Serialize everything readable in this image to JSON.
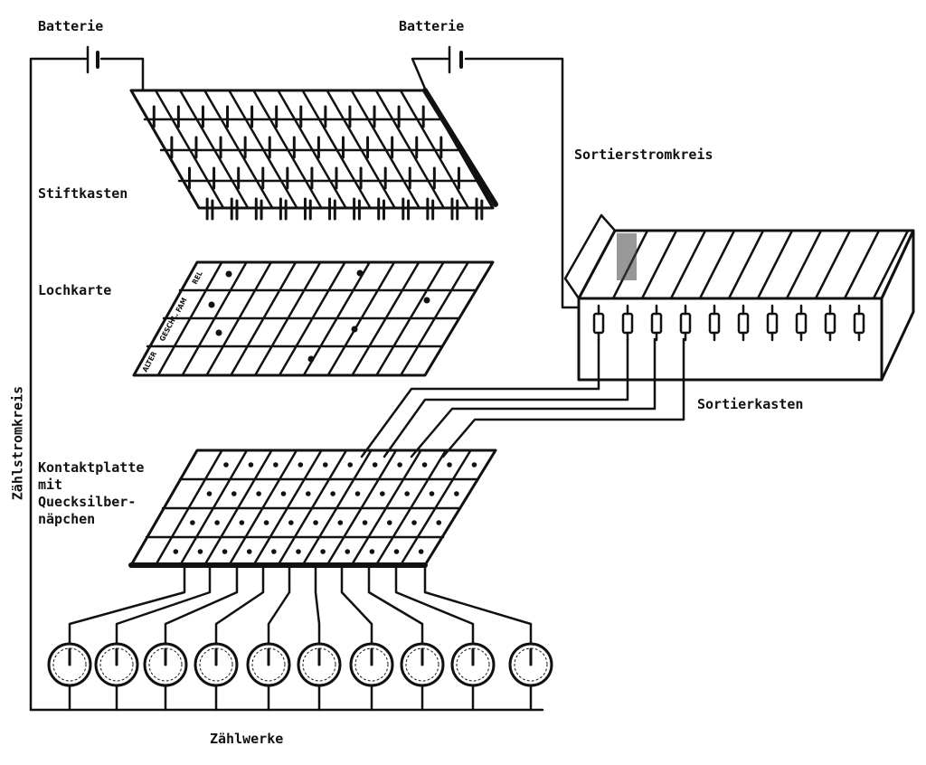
{
  "labels": {
    "battery_left": "Batterie",
    "battery_right": "Batterie",
    "sort_circuit": "Sortierstromkreis",
    "pin_box": "Stiftkasten",
    "punch_card": "Lochkarte",
    "sort_box": "Sortierkasten",
    "contact_plate": [
      "Kontaktplatte",
      "mit",
      "Quecksilber-",
      "näpchen"
    ],
    "counters": "Zählwerke",
    "count_circuit": "Zählstromkreis"
  },
  "punch_card_legend": [
    "ALTER",
    "GESCHL.",
    "FAM",
    "REL"
  ],
  "counts": {
    "pins_columns": 12,
    "pin_rows": 4,
    "sort_compartments": 10,
    "counter_dials": 10
  }
}
